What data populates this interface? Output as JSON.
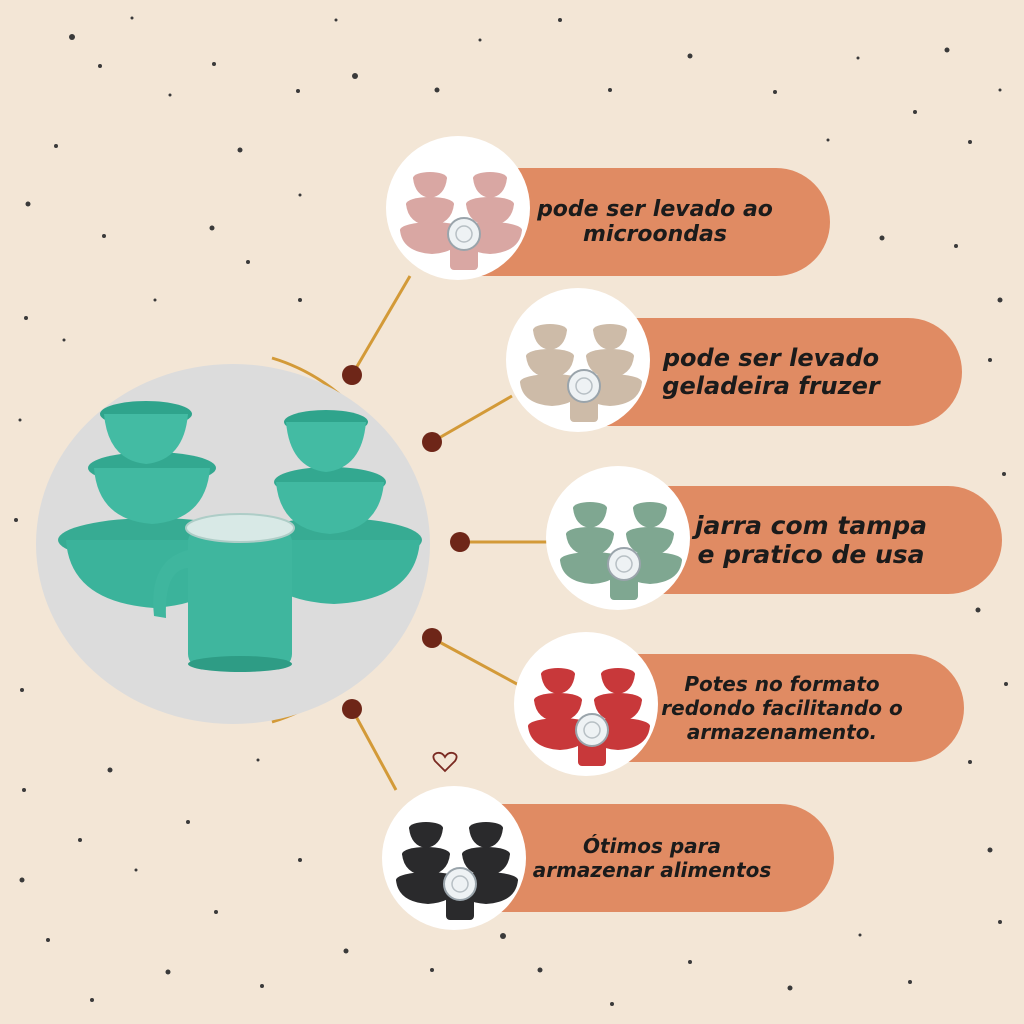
{
  "features": [
    {
      "text": "pode ser levado ao\nmicroondas",
      "color": "#d9a7a3",
      "icon": "pink-container-set-icon"
    },
    {
      "text": "pode ser levado\ngeladeira fruzer",
      "color": "#cdbba8",
      "icon": "beige-container-set-icon"
    },
    {
      "text": "jarra com tampa\ne pratico de usa",
      "color": "#7fa791",
      "icon": "green-container-set-icon"
    },
    {
      "text": "Potes no formato\nredondo facilitando o\narmazenamento.",
      "color": "#c8383a",
      "icon": "red-container-set-icon"
    },
    {
      "text": "Ótimos para\narmazenar alimentos",
      "color": "#2a2a2c",
      "icon": "black-container-set-icon"
    }
  ],
  "hero": {
    "color": "#3bb39b",
    "icon": "teal-container-set-with-jar-icon"
  },
  "colors": {
    "background": "#f3e6d6",
    "pill": "#e08b63",
    "connector": "#d39a38",
    "dot": "#6e2618"
  }
}
